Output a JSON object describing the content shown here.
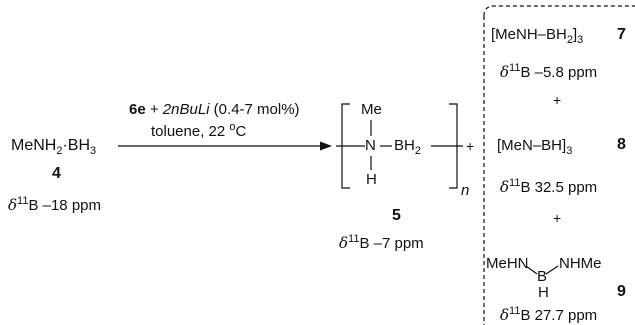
{
  "reactant": {
    "formula_left": "MeNH",
    "formula_sub1": "2",
    "formula_dot": "·BH",
    "formula_sub2": "3",
    "number": "4",
    "nmr": {
      "delta": "δ",
      "sup": "11",
      "text": "B –18 ppm"
    }
  },
  "conditions": {
    "catalyst": "6e",
    "plus": " + ",
    "base": "2nBuLi",
    "loading": " (0.4-7 mol%)",
    "solvent": "toluene, 22",
    "temp_sup": "o",
    "temp_unit": "C"
  },
  "product": {
    "me": "Me",
    "n": "N",
    "bh2": "BH",
    "bh2_sub": "2",
    "h": "H",
    "n_index": "n",
    "number": "5",
    "nmr": {
      "delta": "δ",
      "sup": "11",
      "text": "B –7 ppm"
    }
  },
  "plus_main": "+",
  "byproducts": {
    "b7": {
      "formula": "[MeNH–BH",
      "sub1": "2",
      "close": "]",
      "sub2": "3",
      "number": "7",
      "nmr": {
        "delta": "δ",
        "sup": "11",
        "text": "B –5.8 ppm"
      }
    },
    "plus1": "+",
    "b8": {
      "formula": "[MeN–BH]",
      "sub": "3",
      "number": "8",
      "nmr": {
        "delta": "δ",
        "sup": "11",
        "text": "B 32.5 ppm"
      }
    },
    "plus2": "+",
    "b9": {
      "left": "MeHN",
      "b": "B",
      "right": "NHMe",
      "h": "H",
      "number": "9",
      "nmr": {
        "delta": "δ",
        "sup": "11",
        "text": "B 27.7 ppm"
      }
    }
  }
}
